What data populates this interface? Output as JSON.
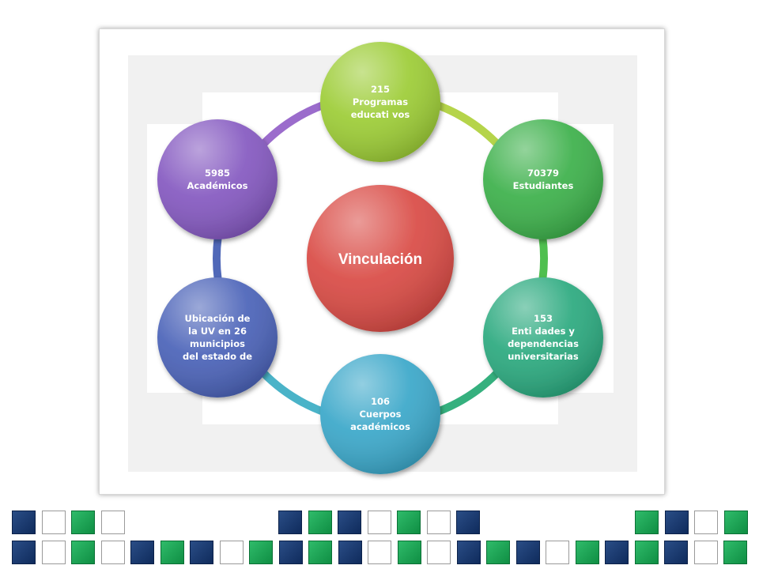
{
  "diagram": {
    "center": {
      "label": "Vinculación",
      "color": "#d94a44"
    },
    "nodes": [
      {
        "id": "programas",
        "lines": [
          "215",
          "Programas",
          "educati vos"
        ],
        "color": "#9ccc35"
      },
      {
        "id": "estudiantes",
        "lines": [
          "70379",
          "Estudiantes"
        ],
        "color": "#3cb04a"
      },
      {
        "id": "entidades",
        "lines": [
          "153",
          "Enti dades y",
          "dependencias",
          "universitarias"
        ],
        "color": "#2aa97e"
      },
      {
        "id": "cuerpos",
        "lines": [
          "106",
          "Cuerpos",
          "académicos"
        ],
        "color": "#3aa7c9"
      },
      {
        "id": "ubicacion",
        "lines": [
          "Ubicación de",
          "la UV en 26",
          "municipios",
          "del estado de"
        ],
        "color": "#4a62b8"
      },
      {
        "id": "academicos",
        "lines": [
          "5985",
          "Académicos"
        ],
        "color": "#8458c0"
      }
    ]
  },
  "tiles": {
    "row1": [
      "navy",
      "white",
      "green",
      "white",
      "",
      "",
      "",
      "",
      "",
      "",
      "navy",
      "green",
      "navy",
      "white",
      "green",
      "white",
      "navy",
      "",
      "",
      "",
      "",
      "",
      "",
      "",
      "green",
      "navy",
      "white",
      "green"
    ],
    "row2": [
      "navy",
      "white",
      "green",
      "white",
      "navy",
      "green",
      "navy",
      "white",
      "green",
      "navy",
      "green",
      "navy",
      "white",
      "green",
      "white",
      "navy",
      "green",
      "navy",
      "white",
      "green",
      "navy",
      "green",
      "navy",
      "white",
      "green"
    ]
  }
}
